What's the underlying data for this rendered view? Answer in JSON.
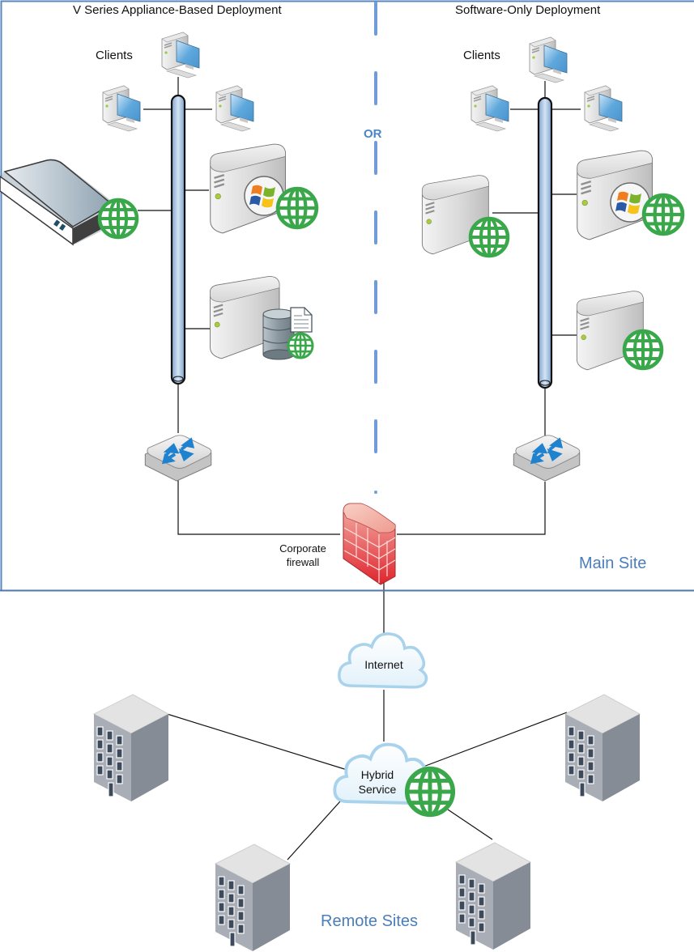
{
  "diagram": {
    "main_site": {
      "label": "Main Site",
      "separator_label": "OR",
      "left_section": {
        "title": "V Series Appliance-Based Deployment",
        "clients_label": "Clients",
        "nodes": [
          "client-computer",
          "client-computer",
          "client-computer",
          "v-series-appliance",
          "windows-server",
          "file-database-server",
          "switch"
        ]
      },
      "right_section": {
        "title": "Software-Only Deployment",
        "clients_label": "Clients",
        "nodes": [
          "client-computer",
          "client-computer",
          "client-computer",
          "server",
          "windows-server",
          "server",
          "switch"
        ]
      },
      "firewall": {
        "label_line1": "Corporate",
        "label_line2": "firewall"
      }
    },
    "internet": {
      "label": "Internet"
    },
    "hybrid_service": {
      "label_line1": "Hybrid",
      "label_line2": "Service"
    },
    "remote_sites": {
      "label": "Remote Sites",
      "count": 4
    },
    "colors": {
      "frame": "#5b86bd",
      "separator": "#6f9cd8",
      "site_label": "#4a7ebb",
      "globe": "#3aa84a",
      "pipe": "#a8c4e2",
      "firewall": "#e05a5a",
      "cloud_stroke": "#9ccbe6",
      "building": "#8e949d"
    }
  }
}
